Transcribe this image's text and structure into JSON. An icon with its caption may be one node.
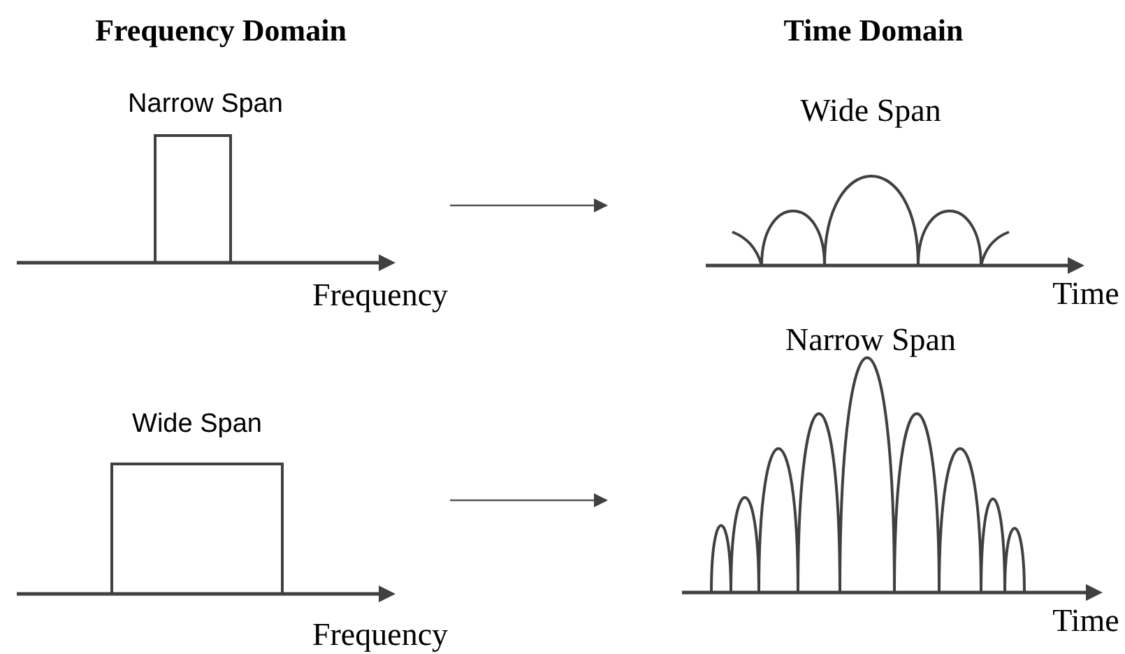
{
  "diagram": {
    "nodes": [
      {
        "text": [
          "Narrow Span"
        ],
        "beside": [
          "Frequency"
        ]
      },
      {
        "text": [
          "Wide Span"
        ],
        "beside": [
          "Time"
        ]
      },
      {
        "text": [
          "Wide Span"
        ],
        "beside": [
          "Frequency"
        ]
      },
      {
        "text": [
          "Narrow Span"
        ],
        "beside": [
          "Time"
        ]
      }
    ],
    "edges": [
      {
        "from": 0,
        "to": 1,
        "arrow": "to"
      },
      {
        "from": 2,
        "to": 3,
        "arrow": "to"
      }
    ],
    "labels": [
      "Frequency Domain",
      "Time Domain"
    ]
  }
}
